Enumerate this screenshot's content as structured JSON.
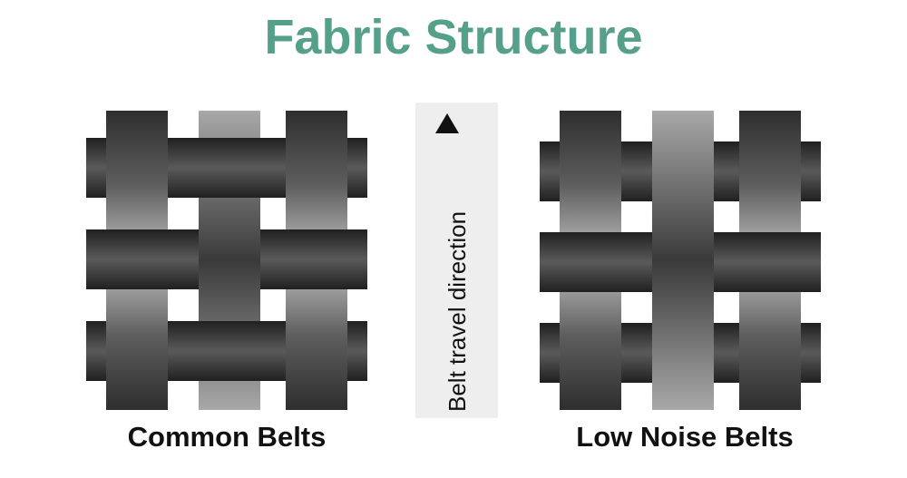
{
  "title": "Fabric Structure",
  "direction_label": "Belt travel direction",
  "colors": {
    "title": "#55a08a",
    "text": "#111111",
    "direction_panel": "#eeeeee",
    "strand_dark": "#2a2a2a",
    "strand_light": "#c8c8c8"
  },
  "icons": {
    "direction_arrow": "triangle-up-icon"
  },
  "weaves": [
    {
      "key": "common",
      "caption": "Common Belts",
      "warp_count": 3,
      "weft_count": 3,
      "pattern": "plain"
    },
    {
      "key": "lownoise",
      "caption": "Low Noise Belts",
      "warp_count": 3,
      "weft_count": 3,
      "pattern": "warp-dominant"
    }
  ]
}
